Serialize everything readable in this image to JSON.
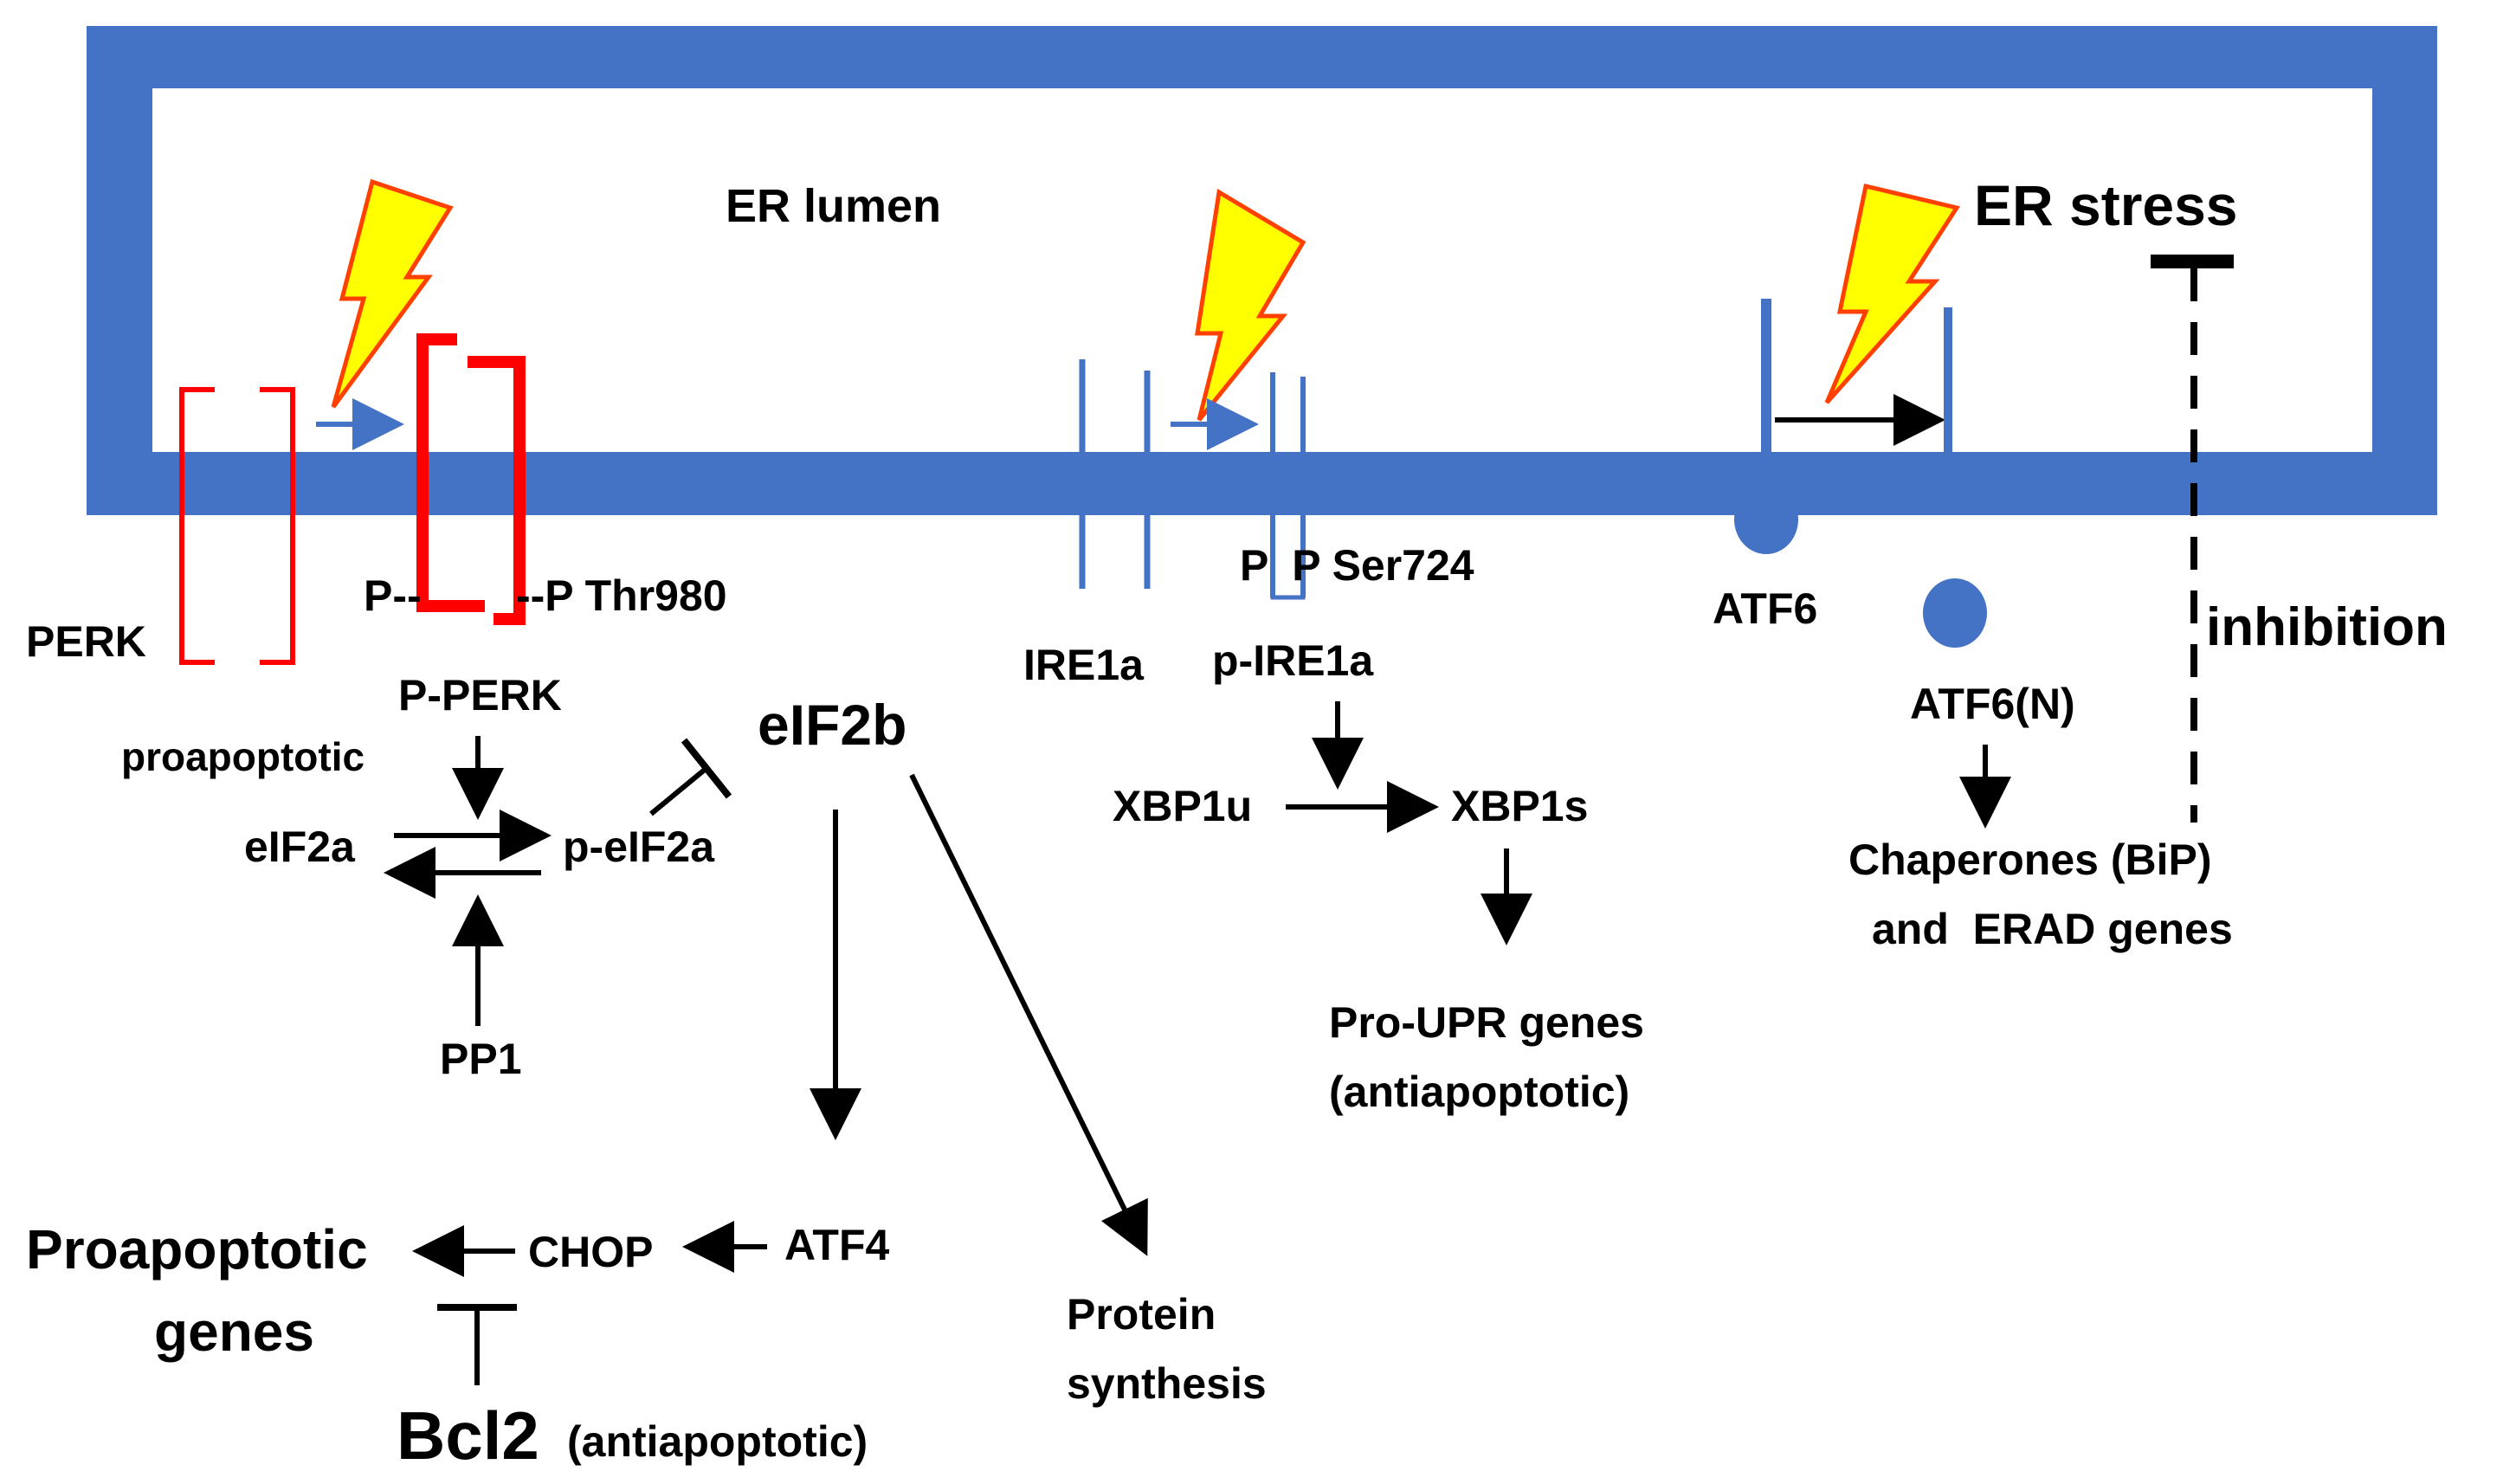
{
  "labels": {
    "er_lumen": "ER lumen",
    "er_stress": "ER stress",
    "inhibition": "inhibition",
    "perk": "PERK",
    "p_left": "P--",
    "p_thr980": "--P Thr980",
    "p_perk": "P-PERK",
    "proapoptotic_small": "proapoptotic",
    "eif2b": "eIF2b",
    "eif2a": "eIF2a",
    "p_eif2a": "p-eIF2a",
    "pp1": "PP1",
    "ire1a": "IRE1a",
    "p_p_ser724": "P  P Ser724",
    "p_ire1a": "p-IRE1a",
    "xbp1u": "XBP1u",
    "xbp1s": "XBP1s",
    "pro_upr_line1": "Pro-UPR genes",
    "pro_upr_line2": "(antiapoptotic)",
    "atf6": "ATF6",
    "atf6n": "ATF6(N)",
    "chaperones_line1": "Chaperones (BiP)",
    "chaperones_line2": "and  ERAD genes",
    "atf4": "ATF4",
    "chop": "CHOP",
    "proapoptotic_genes_line1": "Proapoptotic",
    "proapoptotic_genes_line2": "genes",
    "protein_synthesis_line1": "Protein",
    "protein_synthesis_line2": "synthesis",
    "bcl2": "Bcl2",
    "antiapoptotic": "(antiapoptotic)"
  },
  "colors": {
    "membrane": "#4472C4",
    "perk_bracket": "#FF0000",
    "lightning_fill": "#FFFF00",
    "lightning_stroke": "#FF4000",
    "arrow": "#000000",
    "blue_arrow": "#4472C4"
  }
}
